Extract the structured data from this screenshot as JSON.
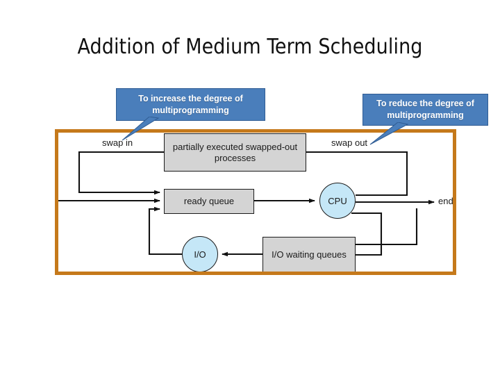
{
  "slide": {
    "title": "Addition of Medium Term Scheduling",
    "background_color": "#ffffff"
  },
  "callouts": [
    {
      "id": "increase-degree",
      "text": "To increase the degree of multiprogramming",
      "fill_color": "#4a7ebb",
      "border_color": "#2f5c93",
      "text_color": "#ffffff",
      "points_to": "swap-in-path"
    },
    {
      "id": "reduce-degree",
      "text": "To reduce the degree of multiprogramming",
      "fill_color": "#4a7ebb",
      "border_color": "#2f5c93",
      "text_color": "#ffffff",
      "points_to": "swap-out-path"
    }
  ],
  "frame": {
    "border_color": "#c5791b",
    "border_width": 5
  },
  "chart_data": {
    "type": "diagram",
    "title": "Addition of Medium Term Scheduling",
    "diagram_kind": "queueing-model / process state flow",
    "node_fill_box": "#d4d4d4",
    "node_fill_circle": "#c5e7f7",
    "node_stroke": "#1a1a1a",
    "nodes": [
      {
        "id": "swapped",
        "label": "partially executed swapped-out processes",
        "shape": "rect"
      },
      {
        "id": "ready",
        "label": "ready queue",
        "shape": "rect"
      },
      {
        "id": "iowait",
        "label": "I/O waiting queues",
        "shape": "rect"
      },
      {
        "id": "cpu",
        "label": "CPU",
        "shape": "circle"
      },
      {
        "id": "io",
        "label": "I/O",
        "shape": "circle"
      }
    ],
    "edge_labels": [
      "swap in",
      "swap out",
      "end"
    ],
    "edges": [
      {
        "from": "swapped",
        "to": "ready",
        "label": "swap in"
      },
      {
        "from": "cpu",
        "to": "swapped",
        "label": "swap out"
      },
      {
        "from": "ready",
        "to": "cpu",
        "label": ""
      },
      {
        "from": "cpu",
        "to": "end",
        "label": "end"
      },
      {
        "from": "cpu",
        "to": "iowait",
        "label": ""
      },
      {
        "from": "iowait",
        "to": "io",
        "label": ""
      },
      {
        "from": "io",
        "to": "ready",
        "label": ""
      },
      {
        "from": "external",
        "to": "ready",
        "label": ""
      }
    ]
  },
  "diagram": {
    "labels": {
      "swap_in": "swap in",
      "swap_out": "swap out",
      "end": "end"
    },
    "nodes": {
      "swapped_processes": "partially executed swapped-out processes",
      "ready_queue": "ready queue",
      "io_waiting_queues": "I/O waiting queues",
      "cpu": "CPU",
      "io": "I/O"
    }
  }
}
